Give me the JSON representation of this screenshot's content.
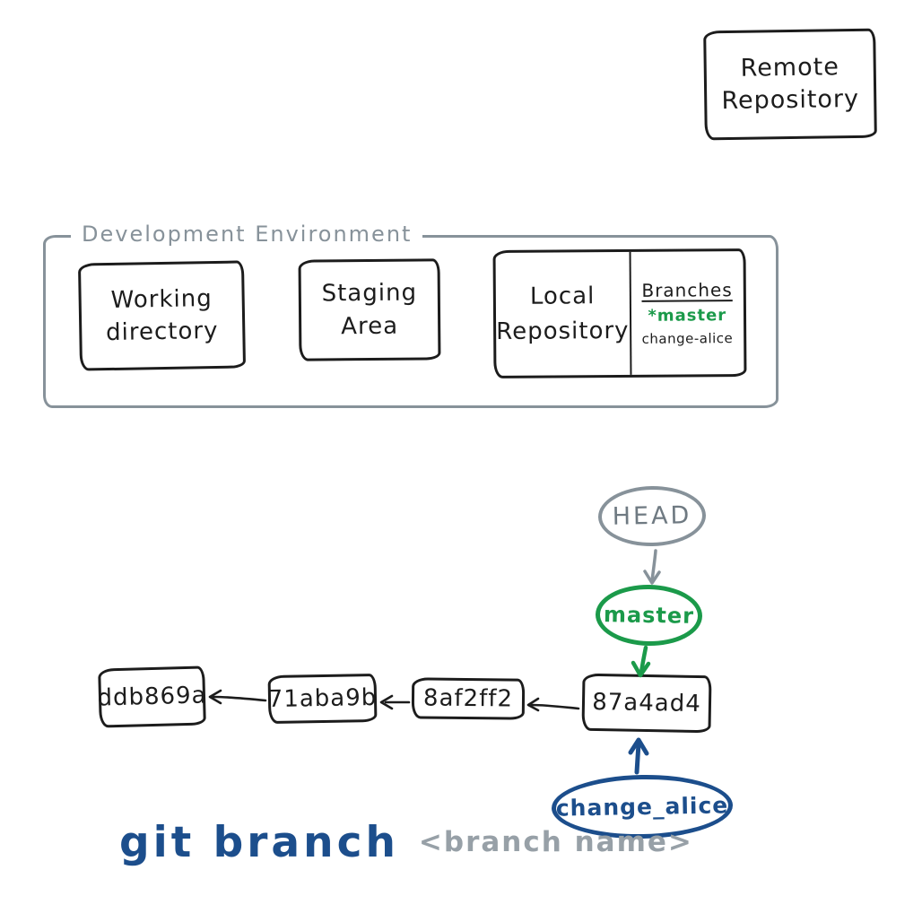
{
  "colors": {
    "ink": "#1c1c1c",
    "gray": "#87929a",
    "green": "#1b9a4a",
    "blue": "#1c4e8c"
  },
  "remote_repository": {
    "label": "Remote Repository"
  },
  "development_environment": {
    "label": "Development Environment",
    "boxes": [
      {
        "label": "Working directory"
      },
      {
        "label": "Staging Area"
      },
      {
        "label": "Local Repository",
        "branches": {
          "title": "Branches",
          "items": [
            {
              "name": "*master",
              "current": true
            },
            {
              "name": "change-alice",
              "current": false
            }
          ]
        }
      }
    ]
  },
  "graph": {
    "head_label": "HEAD",
    "master_label": "master",
    "change_alice_label": "change_alice",
    "commits": [
      "ddb869a",
      "71aba9b",
      "8af2ff2",
      "87a4ad4"
    ]
  },
  "command": {
    "text": "git branch",
    "arg": "<branch name>"
  }
}
